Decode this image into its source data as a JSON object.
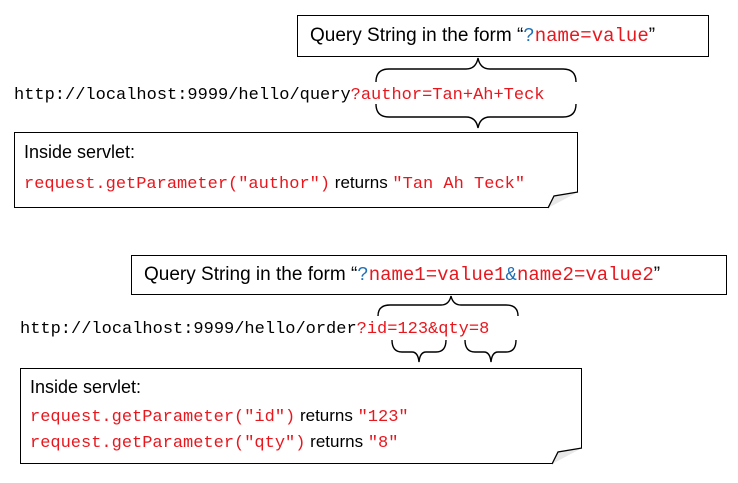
{
  "example1": {
    "label_prefix": "Query String in the form “",
    "label_q": "?",
    "label_code": "name=value",
    "label_suffix": "”",
    "url_base": "http://localhost:9999/hello/query",
    "url_query": "?author=Tan+Ah+Teck",
    "note_title": "Inside servlet:",
    "note_lines": [
      {
        "call": "request.getParameter(\"author\")",
        "word": " returns ",
        "result": "\"Tan Ah Teck\""
      }
    ]
  },
  "example2": {
    "label_prefix": "Query String in the form “",
    "label_q": "?",
    "label_code1": "name1=value1",
    "label_amp": "&",
    "label_code2": "name2=value2",
    "label_suffix": "”",
    "url_base": "http://localhost:9999/hello/order",
    "url_query": "?id=123&qty=8",
    "note_title": "Inside servlet:",
    "note_lines": [
      {
        "call": "request.getParameter(\"id\")",
        "word": " returns ",
        "result": "\"123\""
      },
      {
        "call": "request.getParameter(\"qty\")",
        "word": " returns ",
        "result": "\"8\""
      }
    ]
  }
}
